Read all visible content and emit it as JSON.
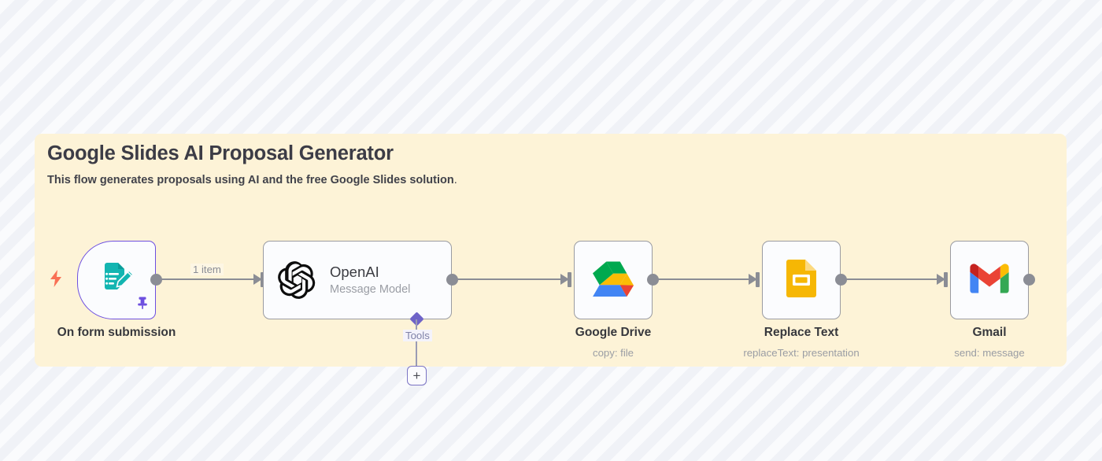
{
  "sticky": {
    "title": "Google Slides AI Proposal Generator",
    "subtitle": "This flow generates proposals using AI and the free Google Slides solution",
    "subtitle_period": ".",
    "color": "#fdf3d7"
  },
  "workflow": {
    "trigger": {
      "name": "On form submission",
      "icon": "form-edit-icon",
      "badge": "pin-icon",
      "accent": "#6d4fe0",
      "bolt_icon": "lightning-bolt-icon",
      "bolt_color": "#f97055"
    },
    "nodes": [
      {
        "title": "OpenAI",
        "subtitle": "Message Model",
        "icon": "openai-logo-icon",
        "caption": "",
        "sub_connector": {
          "label": "Tools",
          "add_label": "+"
        }
      },
      {
        "title": "Google Drive",
        "subtitle": "copy: file",
        "icon": "google-drive-logo-icon"
      },
      {
        "title": "Replace Text",
        "subtitle": "replaceText: presentation",
        "icon": "google-slides-logo-icon"
      },
      {
        "title": "Gmail",
        "subtitle": "send: message",
        "icon": "gmail-logo-icon"
      }
    ],
    "connections": [
      {
        "label": "1 item"
      },
      {
        "label": ""
      },
      {
        "label": ""
      },
      {
        "label": ""
      }
    ]
  },
  "colors": {
    "canvas_stripe_light": "#fafbfd",
    "canvas_stripe_dark": "#f0f2f7",
    "node_border": "#9a9ba1",
    "wire": "#8b8d95",
    "tools_accent": "#6e63c8",
    "teal": "#13b5b1"
  }
}
